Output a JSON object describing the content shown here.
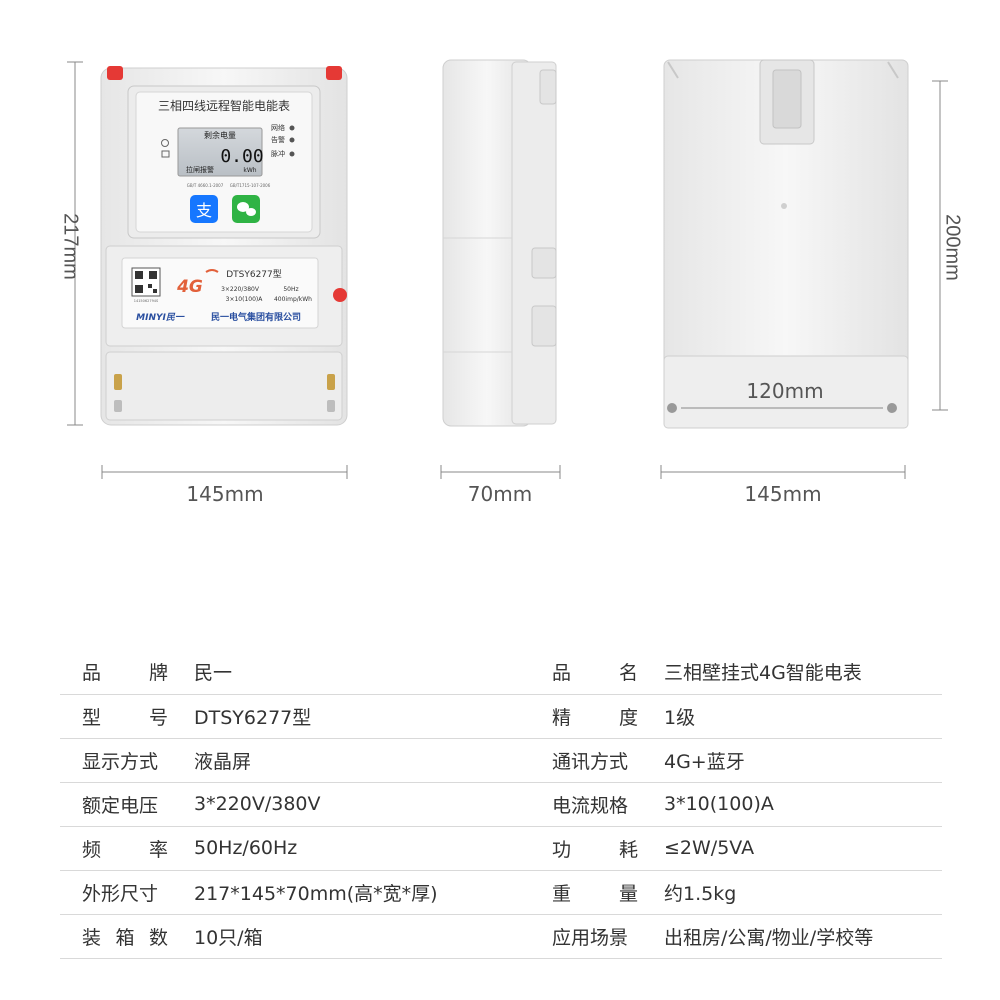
{
  "meter": {
    "title": "三相四线远程智能电能表",
    "lcd": {
      "label_remaining": "剩余电量",
      "value": "0.00",
      "unit": "kWh",
      "status_network": "网络",
      "status_alarm": "告警",
      "status_pulse": "脉冲",
      "label_switch": "拉闸报警"
    },
    "standards": [
      "GB/T 4660.1-2007",
      "GB/T1715-107-2006"
    ],
    "payment_icons": [
      "alipay-icon",
      "wechat-icon"
    ],
    "badge": "4G",
    "model": "DTSY6277型",
    "rating_voltage": "3×220/380V",
    "rating_freq": "50Hz",
    "rating_current": "3×10(100)A",
    "rating_const": "400imp/kWh",
    "serial": "1415062794S",
    "brand_logo": "MINYI民一",
    "company": "民一电气集团有限公司",
    "colors": {
      "red_tab": "#e53935",
      "body": "#f2f2f2",
      "lcd": "#c9ced3",
      "badge": "#e2603a"
    }
  },
  "dimensions": {
    "front_height": "217mm",
    "front_width": "145mm",
    "side_depth": "70mm",
    "back_mount": "120mm",
    "back_width": "145mm",
    "back_height": "200mm"
  },
  "specs": [
    {
      "k1": [
        "品",
        "牌"
      ],
      "v1": "民一",
      "k2": [
        "品",
        "名"
      ],
      "v2": "三相壁挂式4G智能电表"
    },
    {
      "k1": [
        "型",
        "号"
      ],
      "v1": "DTSY6277型",
      "k2": [
        "精",
        "度"
      ],
      "v2": "1级"
    },
    {
      "k1": [
        "显示方式"
      ],
      "v1": "液晶屏",
      "k2": [
        "通讯方式"
      ],
      "v2": "4G+蓝牙"
    },
    {
      "k1": [
        "额定电压"
      ],
      "v1": "3*220V/380V",
      "k2": [
        "电流规格"
      ],
      "v2": "3*10(100)A"
    },
    {
      "k1": [
        "频",
        "率"
      ],
      "v1": "50Hz/60Hz",
      "k2": [
        "功",
        "耗"
      ],
      "v2": "≤2W/5VA"
    },
    {
      "k1": [
        "外形尺寸"
      ],
      "v1": "217*145*70mm(高*宽*厚)",
      "k2": [
        "重",
        "量"
      ],
      "v2": "约1.5kg"
    },
    {
      "k1": [
        "装",
        "箱",
        "数"
      ],
      "v1": "10只/箱",
      "k2": [
        "应用场景"
      ],
      "v2": "出租房/公寓/物业/学校等"
    }
  ]
}
